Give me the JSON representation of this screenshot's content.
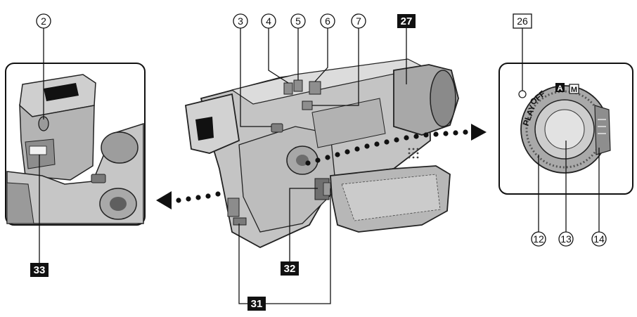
{
  "callouts": {
    "c2": "2",
    "c3": "3",
    "c4": "4",
    "c5": "5",
    "c6": "6",
    "c7": "7",
    "c12": "12",
    "c13": "13",
    "c14": "14",
    "c26": "26",
    "c27": "27",
    "c31": "31",
    "c32": "32",
    "c33": "33"
  },
  "dial": {
    "play": "PLAY",
    "off": "OFF",
    "auto": "A",
    "manual": "M"
  },
  "icons": [
    "circled-number-callout",
    "boxed-number-callout",
    "dotted-arrow-left",
    "dotted-arrow-right"
  ]
}
